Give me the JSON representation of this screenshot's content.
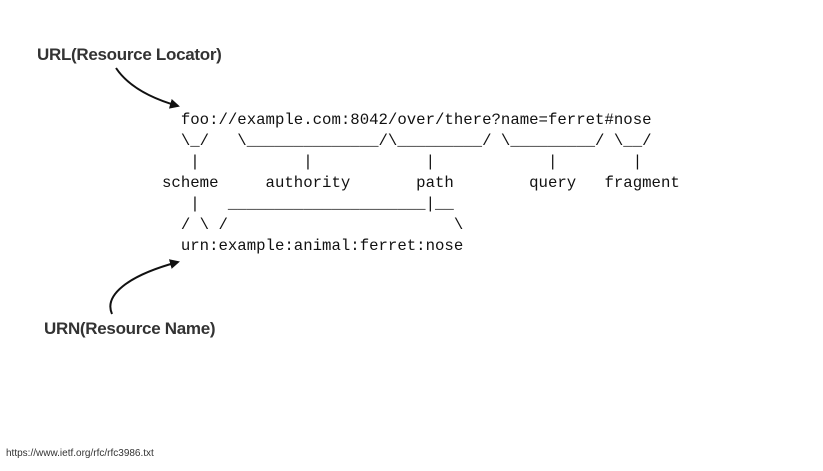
{
  "labels": {
    "url": "URL(Resource Locator)",
    "urn": "URN(Resource Name)"
  },
  "diagram": {
    "lines": [
      "  foo://example.com:8042/over/there?name=ferret#nose",
      "  \\_/   \\______________/\\_________/ \\_________/ \\__/",
      "   |           |            |            |        |",
      "scheme     authority       path        query   fragment",
      "   |   _____________________|__",
      "  / \\ /                        \\",
      "  urn:example:animal:ferret:nose"
    ]
  },
  "footer": {
    "source": "https://www.ietf.org/rfc/rfc3986.txt"
  },
  "colors": {
    "text": "#111111",
    "label": "#333333",
    "arrow": "#111111",
    "background": "#ffffff"
  }
}
